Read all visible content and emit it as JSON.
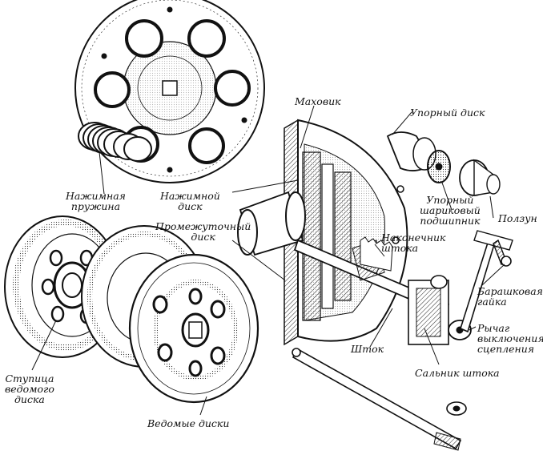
{
  "diagram": {
    "labels": {
      "flywheel": "Маховик",
      "thrust_disc": "Упорный диск",
      "pressure_spring": [
        "Нажимная",
        "пружина"
      ],
      "pressure_disc": [
        "Нажимной",
        "диск"
      ],
      "thrust_bearing": [
        "Упорный",
        "шариковый",
        "подшипник"
      ],
      "slider": "Ползун",
      "intermediate_disc": [
        "Промежуточный",
        "диск"
      ],
      "rod_tip": [
        "Наконечник",
        "штока"
      ],
      "wing_nut": [
        "Барашковая",
        "гайка"
      ],
      "release_lever": [
        "Рычаг",
        "выключения",
        "сцепления"
      ],
      "driven_hub": [
        "Ступица",
        "ведомого",
        "диска"
      ],
      "rod": "Шток",
      "rod_seal": "Сальник штока",
      "driven_discs": "Ведомые диски"
    }
  }
}
